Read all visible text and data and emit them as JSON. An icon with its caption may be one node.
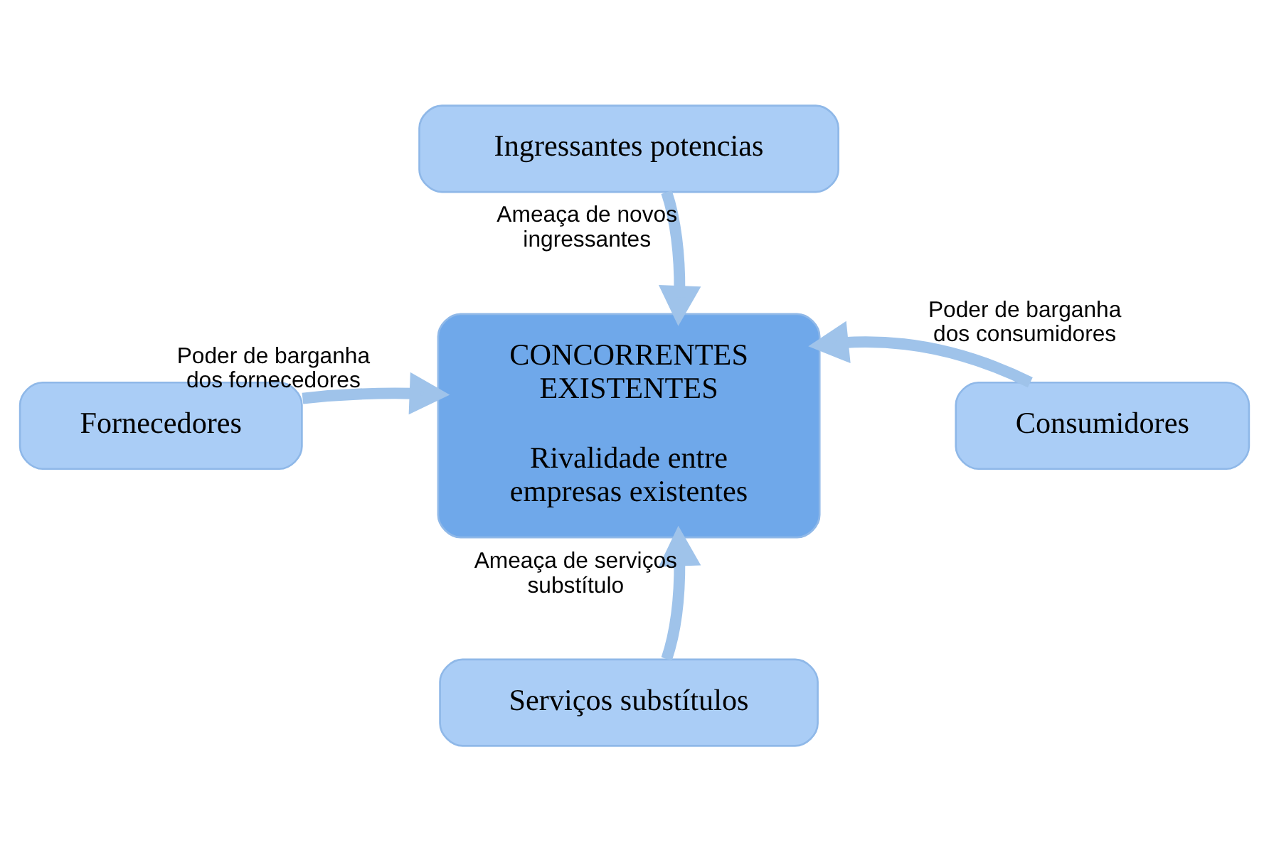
{
  "diagram": {
    "nodes": [
      {
        "text": [
          "Ingressantes potencias"
        ]
      },
      {
        "text": [
          "Fornecedores"
        ]
      },
      {
        "text": [
          "CONCORRENTES EXISTENTES",
          "Rivalidade entre empresas existentes"
        ]
      },
      {
        "text": [
          "Consumidores"
        ]
      },
      {
        "text": [
          "Serviços substítulos"
        ]
      }
    ],
    "edges": [
      {
        "from": 0,
        "to": 2,
        "arrow": "to",
        "label": "Ameaça de novos ingressantes"
      },
      {
        "from": 1,
        "to": 2,
        "arrow": "to",
        "label": "Poder de barganha dos fornecedores"
      },
      {
        "from": 3,
        "to": 2,
        "arrow": "to",
        "label": "Poder de barganha dos consumidores"
      },
      {
        "from": 4,
        "to": 2,
        "arrow": "to",
        "label": "Ameaça de serviços substítulo"
      }
    ]
  }
}
